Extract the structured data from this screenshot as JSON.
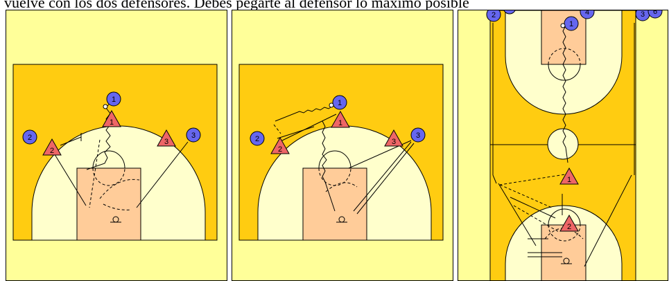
{
  "caption": "vuelve con los dos defensores. Debes pegarte al defensor lo máximo posible",
  "colors": {
    "background": "#ffff99",
    "court": "#ffcc11",
    "three_point_area": "#ffffcc",
    "key": "#ffcc99",
    "offense": "#6666ee",
    "defense": "#ee6666"
  },
  "panels": [
    {
      "offense": [
        "1",
        "2",
        "3"
      ],
      "defense": [
        "1",
        "2",
        "3"
      ]
    },
    {
      "offense": [
        "1",
        "2",
        "3"
      ],
      "defense": [
        "1",
        "2",
        "3"
      ]
    },
    {
      "offense": [
        "2",
        "1",
        "4",
        "3",
        "6"
      ],
      "defense": [
        "1",
        "2"
      ]
    }
  ]
}
